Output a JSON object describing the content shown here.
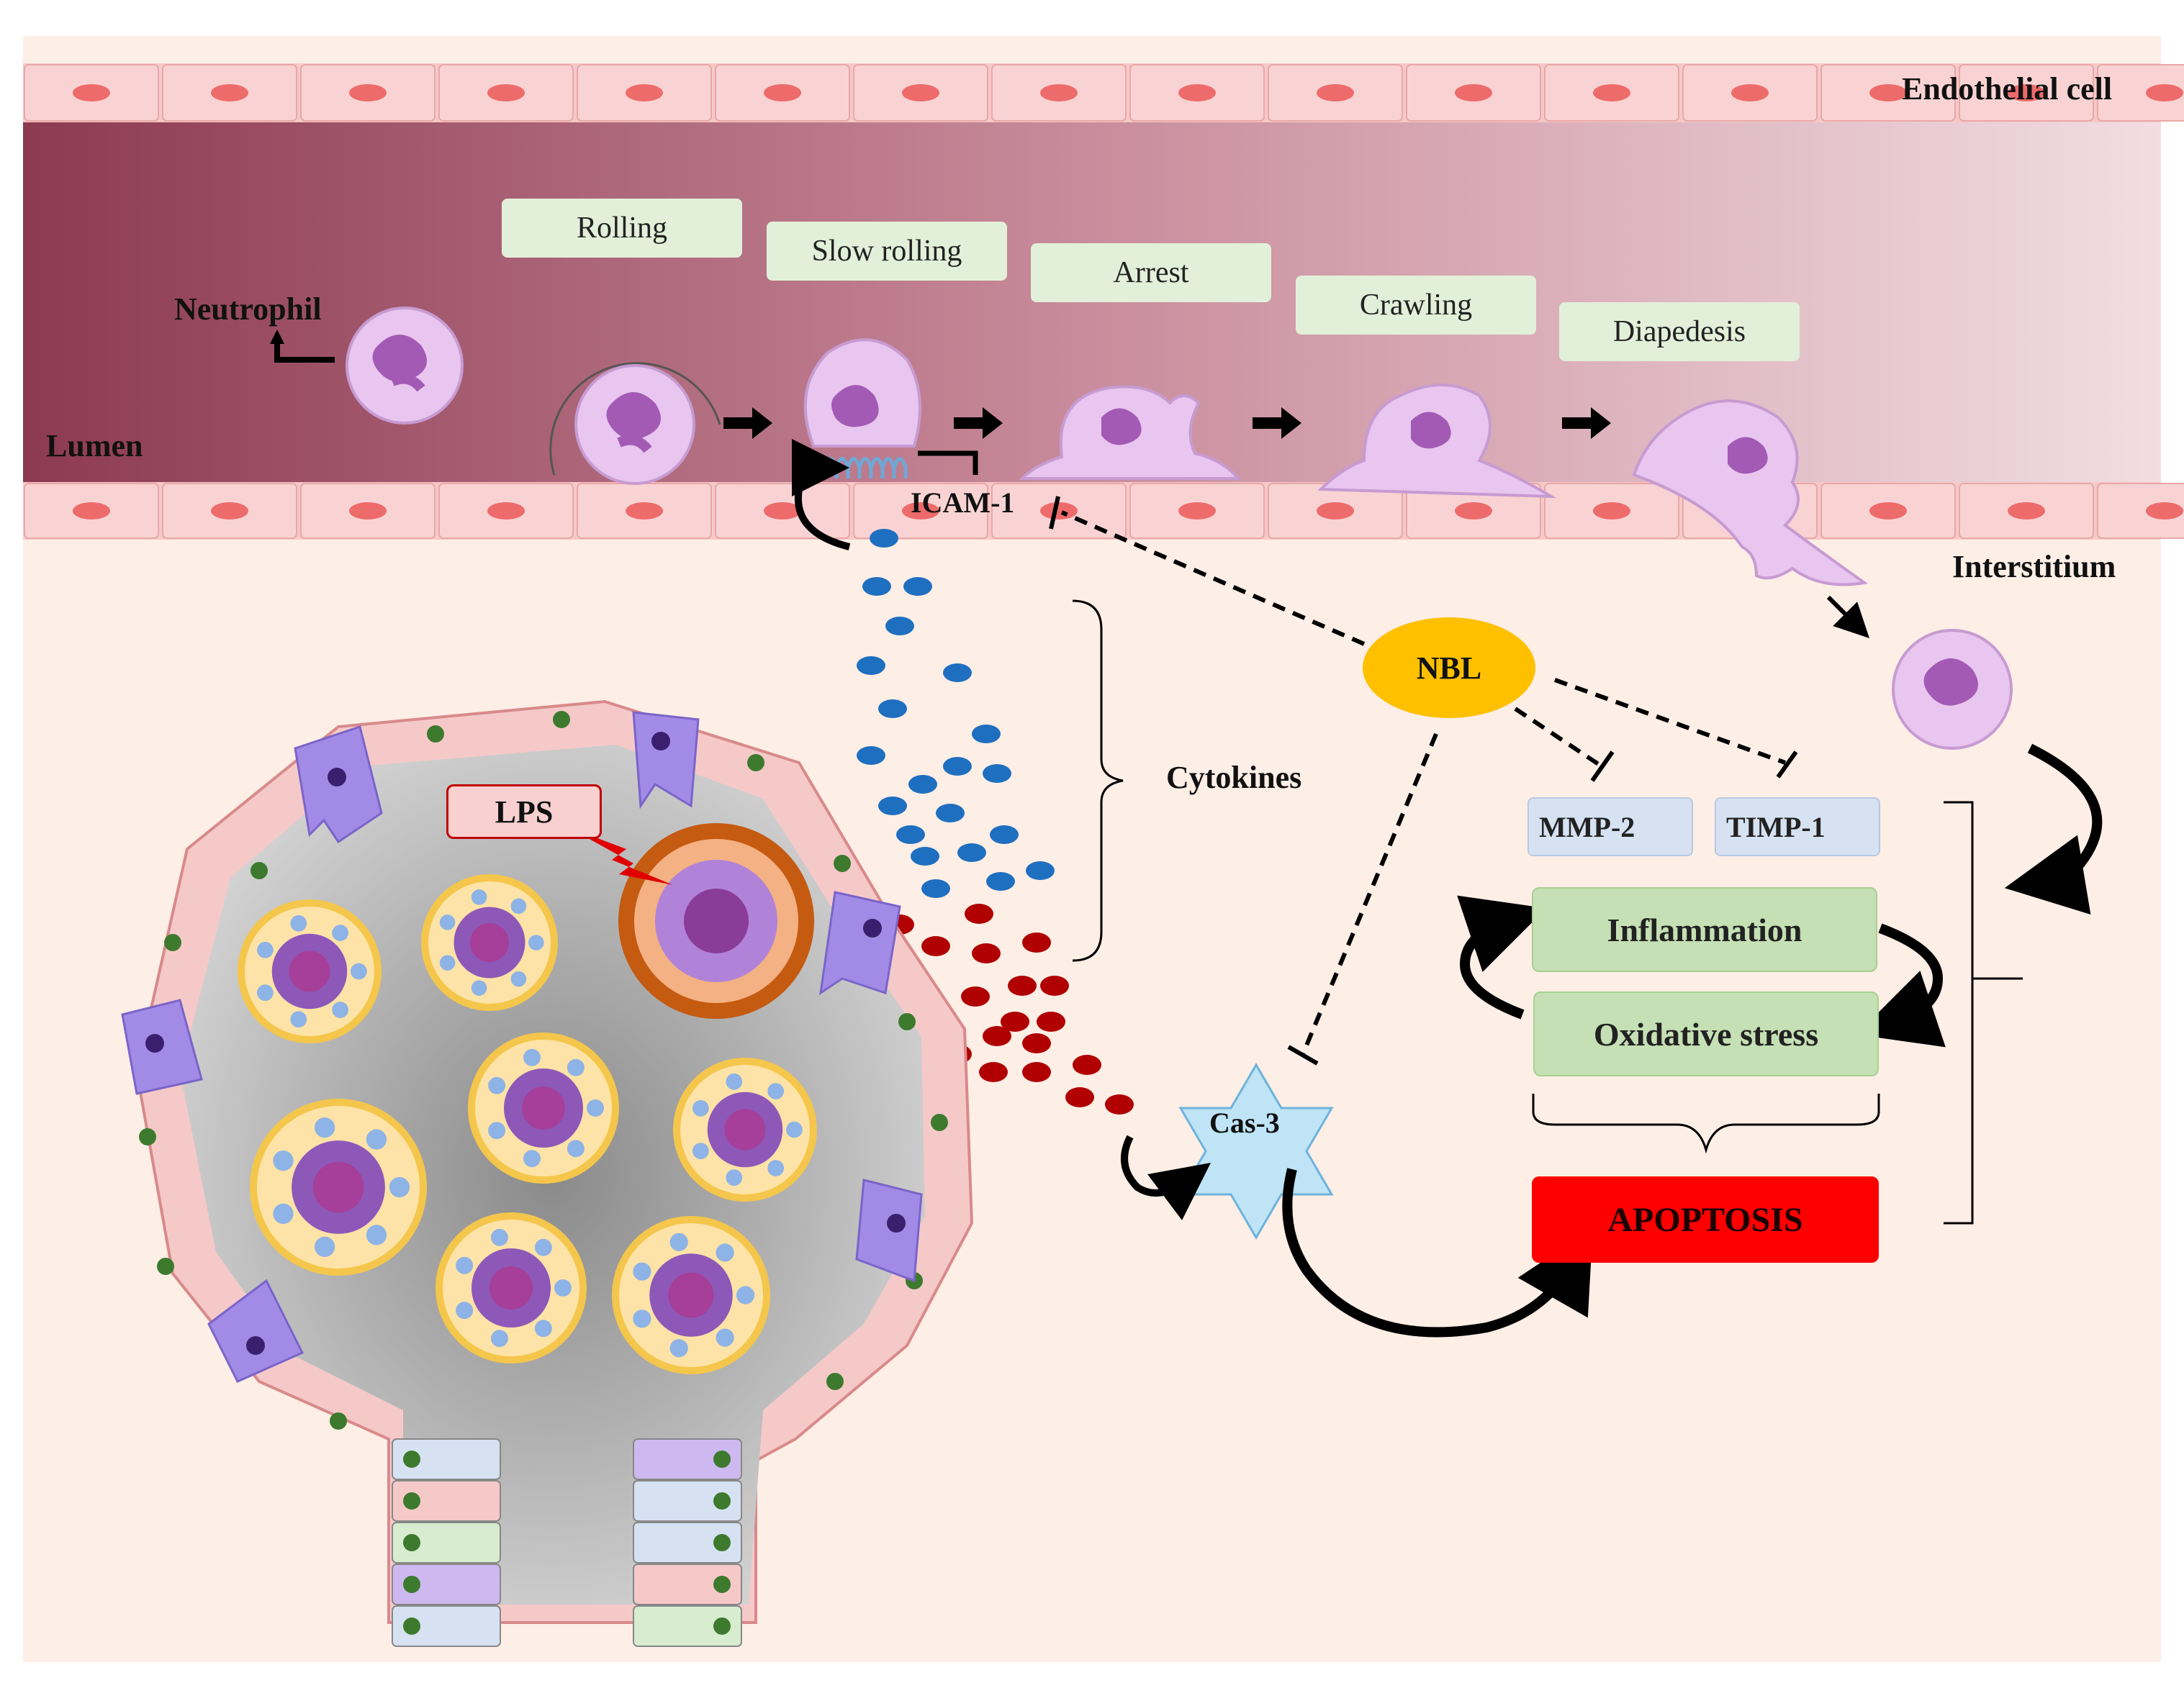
{
  "labels": {
    "endothelial_cell": "Endothelial cell",
    "neutrophil": "Neutrophil",
    "lumen": "Lumen",
    "interstitium": "Interstitium",
    "icam1": "ICAM-1",
    "cytokines": "Cytokines",
    "nbl": "NBL",
    "lps": "LPS",
    "cas3": "Cas-3"
  },
  "steps": [
    "Rolling",
    "Slow rolling",
    "Arrest",
    "Crawling",
    "Diapedesis"
  ],
  "markers": {
    "mmp2": "MMP-2",
    "timp1": "TIMP-1"
  },
  "effects": {
    "inflammation": "Inflammation",
    "oxidative_stress": "Oxidative stress",
    "apoptosis": "APOPTOSIS"
  },
  "colors": {
    "background": "#fdeee6",
    "vessel_dark": "#8c3a52",
    "vessel_light": "#f2dde2",
    "endothelium": "#f6c9c9",
    "neutrophil": "#e8c6ef",
    "cytokine_blue": "#1f6fc0",
    "cytokine_red": "#b00000",
    "nbl": "#ffc000",
    "apoptosis": "#ff0000"
  }
}
